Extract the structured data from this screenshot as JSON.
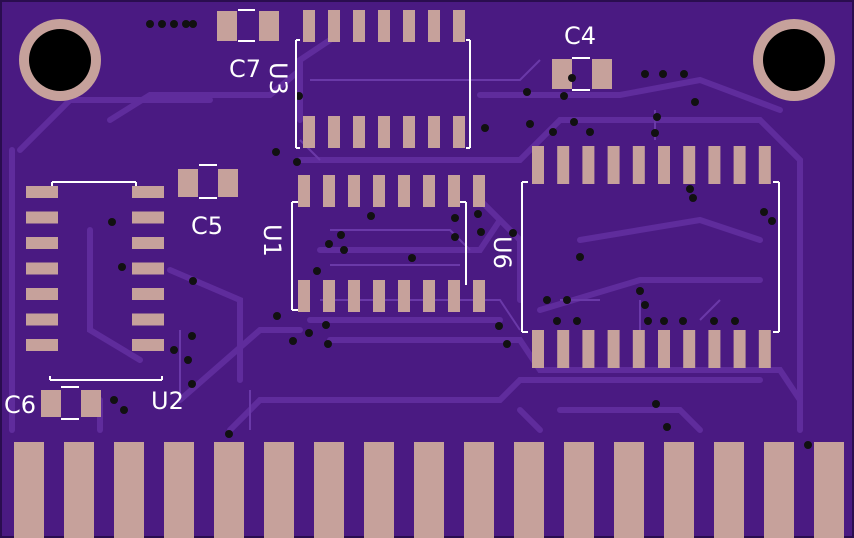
{
  "board": {
    "colors": {
      "substrate": "#4a1a82",
      "copper_pour": "#5b2a96",
      "trace": "#6a39a8",
      "pad": "#c6a19b",
      "silkscreen": "#ffffff",
      "via": "#111111",
      "edge": "#2a0d4f"
    },
    "labels": {
      "c4": "C4",
      "c5": "C5",
      "c6": "C6",
      "c7": "C7",
      "u1": "U1",
      "u2": "U2",
      "u3": "U3",
      "u6": "U6"
    },
    "components": [
      {
        "ref": "U1",
        "package": "SOIC-16",
        "pins": 16
      },
      {
        "ref": "U2",
        "package": "SOIC-14",
        "pins": 14
      },
      {
        "ref": "U3",
        "package": "SOIC-14",
        "pins": 14
      },
      {
        "ref": "U6",
        "package": "SOIC-20",
        "pins": 20
      },
      {
        "ref": "C4",
        "package": "0805"
      },
      {
        "ref": "C5",
        "package": "0805"
      },
      {
        "ref": "C6",
        "package": "0805"
      },
      {
        "ref": "C7",
        "package": "0805"
      }
    ],
    "edge_connector": {
      "contacts": 17
    },
    "mounting_holes": 2
  }
}
